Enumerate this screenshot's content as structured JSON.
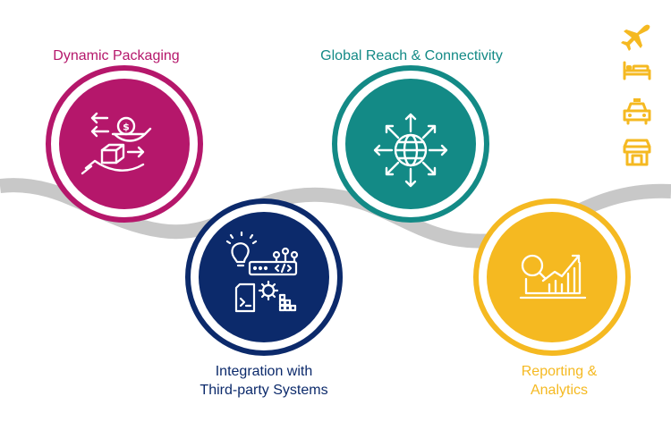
{
  "colors": {
    "wave": "#c8c8c8",
    "dynamic": "#b5176b",
    "global": "#138a86",
    "integration": "#0c2a6b",
    "reporting": "#f5b921",
    "side_icons": "#f5b921",
    "icon_stroke": "#ffffff"
  },
  "nodes": {
    "dynamic": {
      "label_lines": [
        "Dynamic Packaging"
      ],
      "icon": "hands-exchange-coin-box-icon"
    },
    "global": {
      "label_lines": [
        "Global Reach & Connectivity"
      ],
      "icon": "globe-arrows-icon"
    },
    "integration": {
      "label_lines": [
        "Integration with",
        "Third-party Systems"
      ],
      "icon": "code-gear-integration-icon"
    },
    "reporting": {
      "label_lines": [
        "Reporting &",
        "Analytics"
      ],
      "icon": "magnifier-chart-icon"
    }
  },
  "side_icons": [
    "airplane-icon",
    "bed-icon",
    "taxi-icon",
    "shop-icon"
  ]
}
